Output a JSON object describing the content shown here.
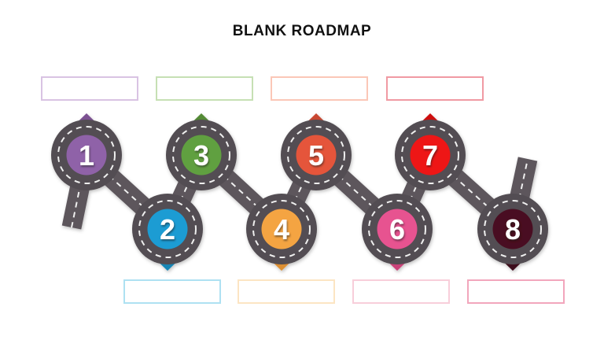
{
  "slide": {
    "title": "BLANK ROADMAP",
    "background": "#FFFFFF"
  },
  "road": {
    "segment_color": "#5D575C",
    "loop_color": "#534E52",
    "dash_color": "#EFEFEF"
  },
  "stops": [
    {
      "number": "1",
      "color": "#8F62A8",
      "pin_color": "#7B5192",
      "row": "top"
    },
    {
      "number": "2",
      "color": "#1E9CD3",
      "pin_color": "#1985B5",
      "row": "bottom"
    },
    {
      "number": "3",
      "color": "#61A040",
      "pin_color": "#528A35",
      "row": "top"
    },
    {
      "number": "4",
      "color": "#F4A443",
      "pin_color": "#DD8F33",
      "row": "bottom"
    },
    {
      "number": "5",
      "color": "#E5553A",
      "pin_color": "#C94730",
      "row": "top"
    },
    {
      "number": "6",
      "color": "#E75290",
      "pin_color": "#CB4279",
      "row": "bottom"
    },
    {
      "number": "7",
      "color": "#EE1414",
      "pin_color": "#CE0F0F",
      "row": "top"
    },
    {
      "number": "8",
      "color": "#4A0E20",
      "pin_color": "#3D0A1A",
      "row": "bottom"
    }
  ],
  "top_boxes": [
    {
      "label": "",
      "border_color": "#D9C3E3"
    },
    {
      "label": "",
      "border_color": "#C6E0B4"
    },
    {
      "label": "",
      "border_color": "#FBC7B7"
    },
    {
      "label": "",
      "border_color": "#F09AA3"
    }
  ],
  "bottom_boxes": [
    {
      "label": "",
      "border_color": "#AEE1F2"
    },
    {
      "label": "",
      "border_color": "#FCE5C3"
    },
    {
      "label": "",
      "border_color": "#F8CEDA"
    },
    {
      "label": "",
      "border_color": "#F2A6BC"
    }
  ]
}
